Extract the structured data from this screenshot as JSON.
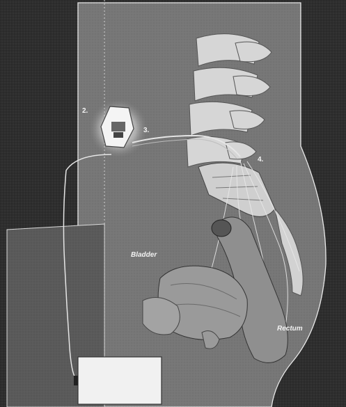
{
  "labels": {
    "callout_2": "2.",
    "callout_3": "3.",
    "callout_4": "4.",
    "bladder": "Bladder",
    "rectum": "Rectum"
  },
  "colors": {
    "background_dark": "#3a3a3a",
    "body_gray": "#767676",
    "bone_light": "#d8d8d8",
    "organ_gray": "#9a9a9a",
    "lead_wire": "#e6e6e6",
    "label_text": "#f2f2f2"
  },
  "icons": {
    "stimulator": "implanted-stimulator-icon",
    "programmer": "external-programmer-box-icon"
  }
}
